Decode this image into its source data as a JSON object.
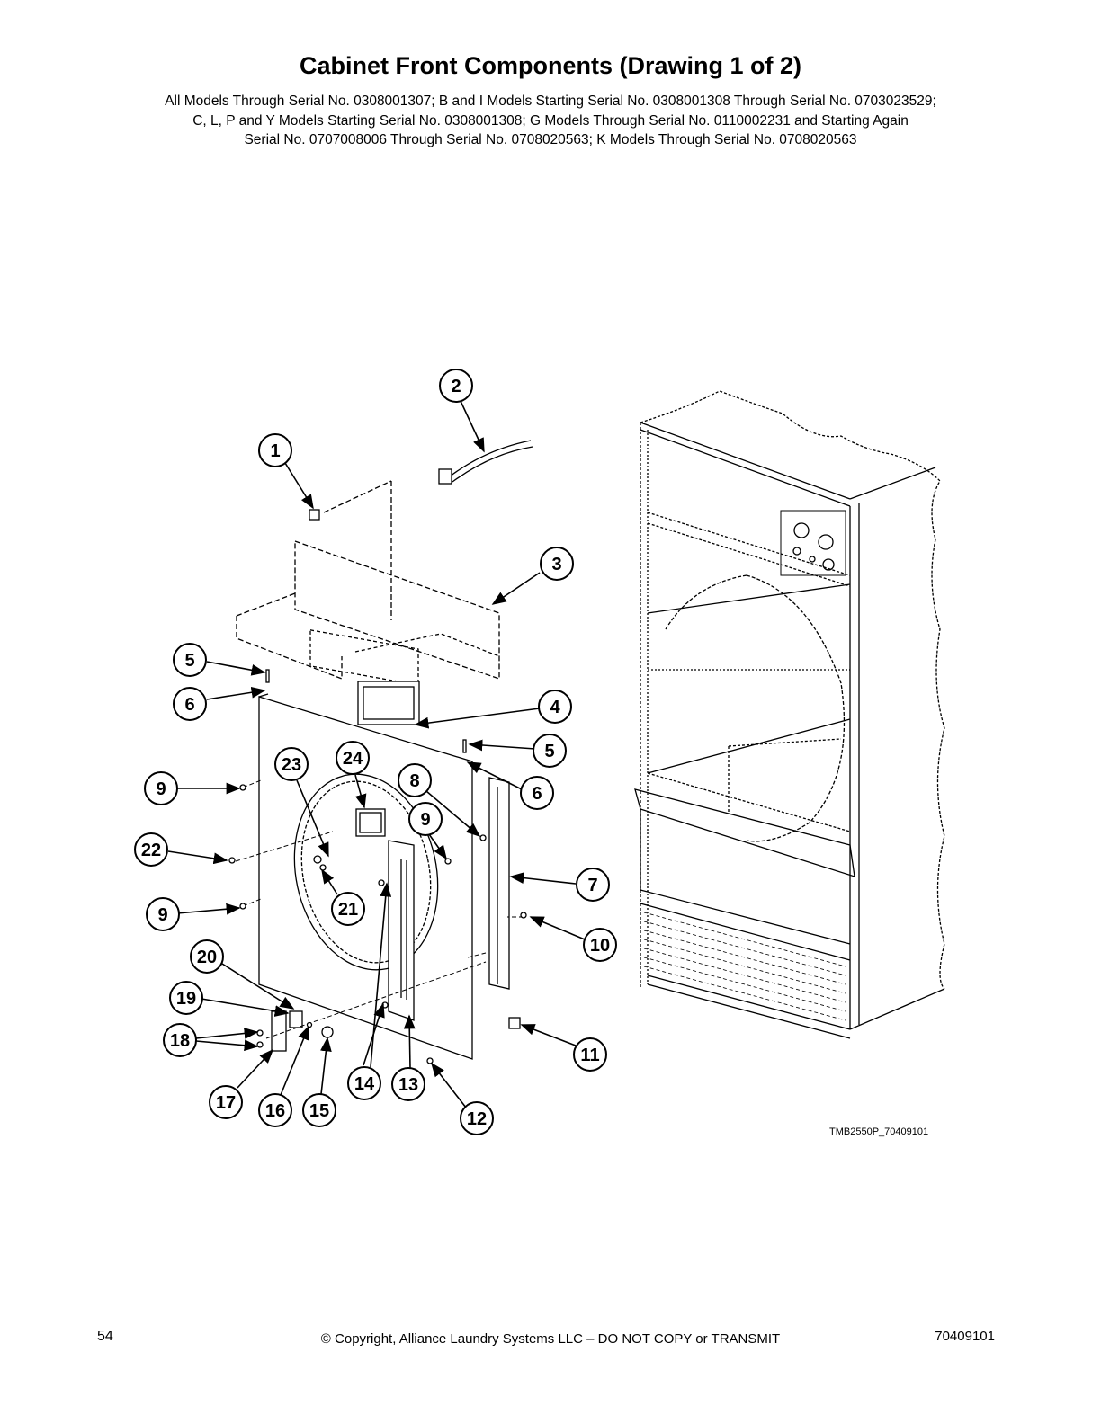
{
  "header": {
    "title": "Cabinet Front Components (Drawing 1 of 2)",
    "subtitle_lines": [
      "All Models Through Serial No. 0308001307; B and I Models Starting Serial No. 0308001308 Through Serial No. 0703023529;",
      "C, L, P and Y Models Starting Serial No. 0308001308; G Models Through Serial No. 0110002231 and Starting Again",
      "Serial No. 0707008006 Through Serial No. 0708020563; K Models Through Serial No. 0708020563"
    ]
  },
  "diagram": {
    "drawing_code": "TMB2550P_70409101",
    "callouts": [
      "1",
      "2",
      "3",
      "4",
      "5",
      "6",
      "5",
      "6",
      "9",
      "23",
      "24",
      "8",
      "6",
      "9",
      "22",
      "7",
      "21",
      "9",
      "10",
      "20",
      "19",
      "18",
      "11",
      "17",
      "16",
      "15",
      "14",
      "13",
      "12"
    ]
  },
  "footer": {
    "page_number": "54",
    "copyright": "© Copyright, Alliance Laundry Systems LLC – DO NOT COPY or TRANSMIT",
    "document_number": "70409101"
  }
}
